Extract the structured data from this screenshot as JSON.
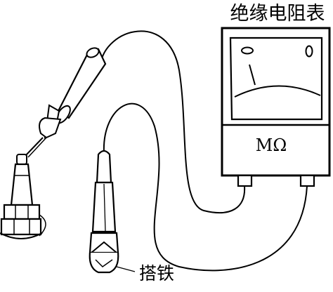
{
  "meter": {
    "title": "绝缘电阻表",
    "unit": "MΩ"
  },
  "ground_clip": {
    "label": "搭铁"
  }
}
